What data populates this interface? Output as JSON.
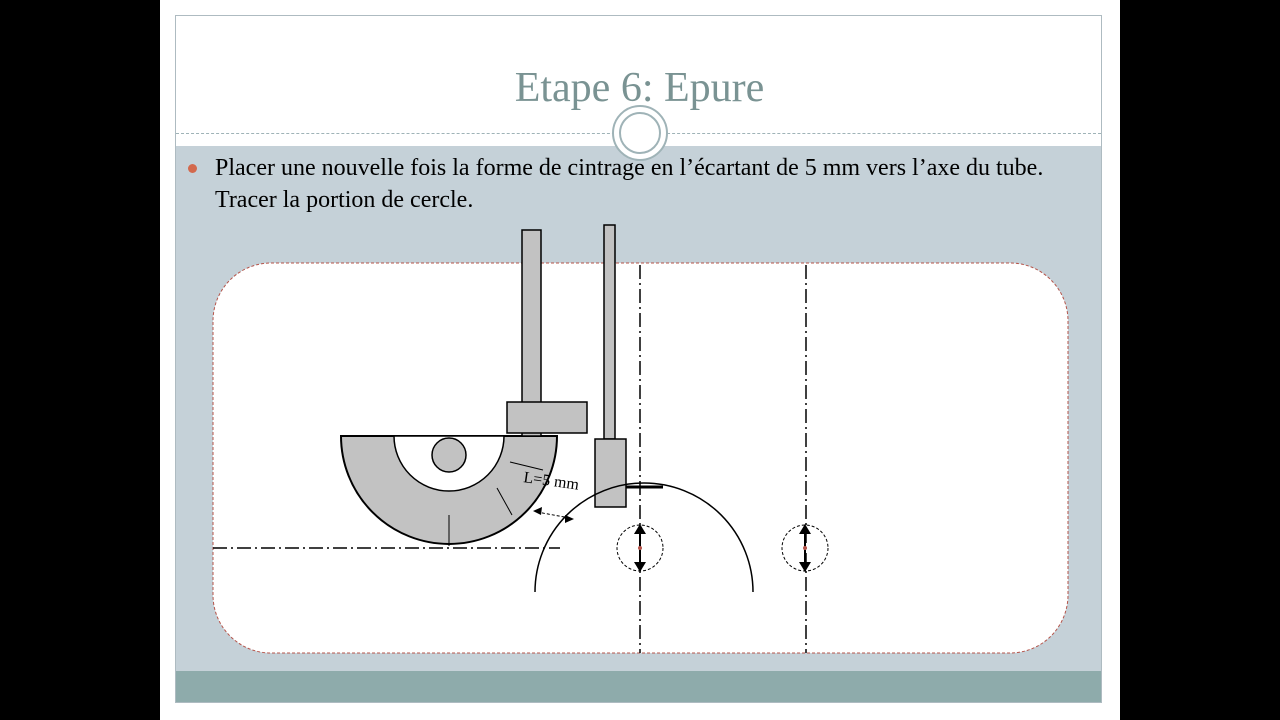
{
  "slide": {
    "title": "Etape 6: Epure",
    "bullet": "Placer une nouvelle fois la forme de cintrage en l’écartant de 5 mm vers l’axe du tube. Tracer la portion de cercle."
  },
  "diagram": {
    "dimension_label": "L=5 mm"
  },
  "colors": {
    "title": "#7a9393",
    "content_band": "#c5d1d8",
    "footer": "#8eabab",
    "bullet": "#d3694d",
    "panel_border": "#b5544a",
    "part_fill": "#c2c2c2"
  }
}
